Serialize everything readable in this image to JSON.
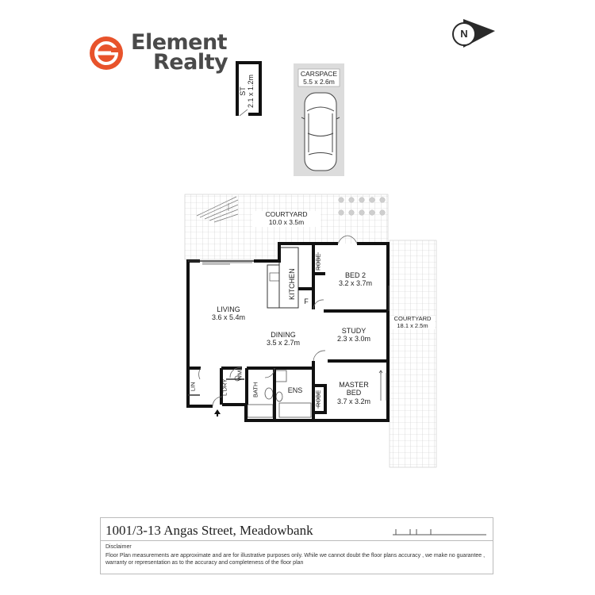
{
  "brand": {
    "line1": "Element",
    "line2": "Realty",
    "logo_color": "#e8532b",
    "text_color": "#4a4a4a"
  },
  "compass": {
    "letter": "N"
  },
  "rooms": {
    "storage": {
      "name": "ST",
      "size": "2.1 x 1.2m"
    },
    "carspace": {
      "name": "CARSPACE",
      "size": "5.5 x 2.6m"
    },
    "courtyard_top": {
      "name": "COURTYARD",
      "size": "10.0 x 3.5m"
    },
    "courtyard_right": {
      "name": "COURTYARD",
      "size": "18.1 x 2.5m"
    },
    "living": {
      "name": "LIVING",
      "size": "3.6 x 5.4m"
    },
    "dining": {
      "name": "DINING",
      "size": "3.5 x 2.7m"
    },
    "kitchen": {
      "name": "KITCHEN"
    },
    "fridge": {
      "name": "F"
    },
    "robe1": {
      "name": "ROBE"
    },
    "bed2": {
      "name": "BED 2",
      "size": "3.2 x 3.7m"
    },
    "study": {
      "name": "STUDY",
      "size": "2.3 x 3.0m"
    },
    "master": {
      "name": "MASTER",
      "name2": "BED",
      "size": "3.7 x 3.2m"
    },
    "robe2": {
      "name": "ROBE"
    },
    "ens": {
      "name": "ENS"
    },
    "bath": {
      "name": "BATH"
    },
    "wm": {
      "name": "WM"
    },
    "ldry": {
      "name": "L'DRY"
    },
    "lin": {
      "name": "LIN"
    }
  },
  "footer": {
    "address": "1001/3-13 Angas Street, Meadowbank",
    "disclaimer_title": "Disclaimer",
    "disclaimer_text": "Floor Plan measurements are approximate and are for illustrative purposes only. While we cannot doubt the floor plans accuracy , we make no guarantee , warranty or representation as to the accuracy and completeness of the floor plan"
  }
}
